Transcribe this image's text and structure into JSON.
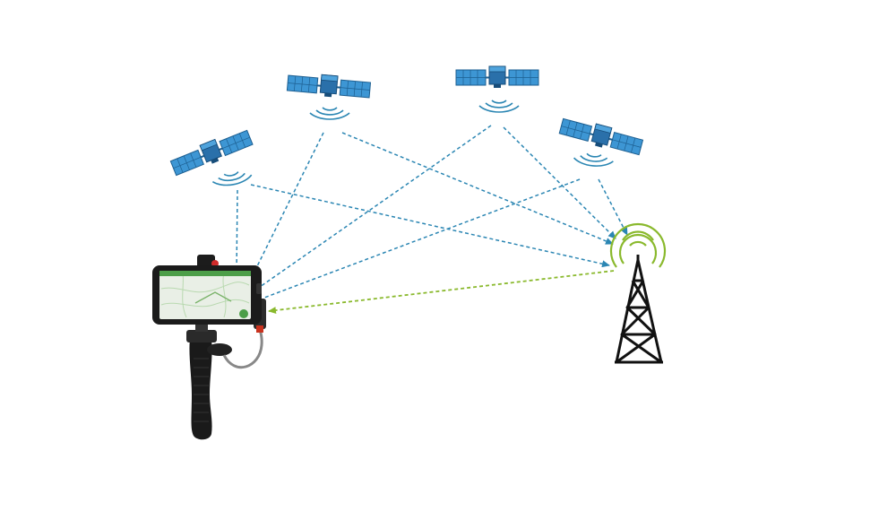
{
  "diagram": {
    "satellites": [
      {
        "name": "satellite-1",
        "icon": "satellite-icon"
      },
      {
        "name": "satellite-2",
        "icon": "satellite-icon"
      },
      {
        "name": "satellite-3",
        "icon": "satellite-icon"
      },
      {
        "name": "satellite-4",
        "icon": "satellite-icon"
      }
    ],
    "receiver": {
      "icon": "gnss-receiver-handheld-icon"
    },
    "tower": {
      "icon": "base-station-tower-icon"
    },
    "colors": {
      "satellite_link": "#2b86b3",
      "correction_link": "#8ab92d",
      "panel_blue": "#3d96d4",
      "body_blue": "#2a70aa",
      "tower": "#111111",
      "signal_green": "#8ab92d"
    }
  }
}
